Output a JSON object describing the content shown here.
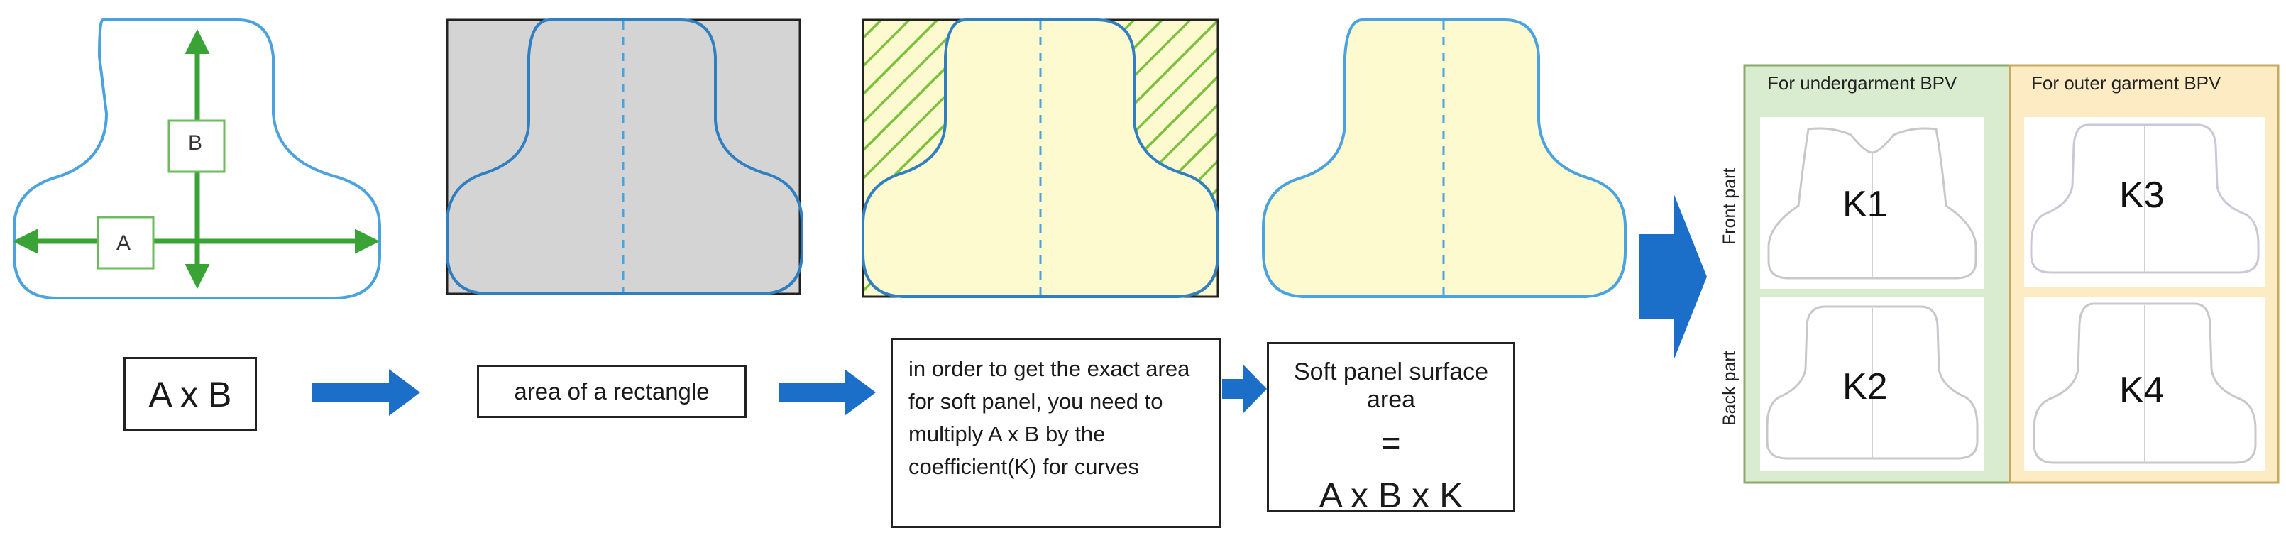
{
  "shape_labels": {
    "a": "A",
    "b": "B"
  },
  "steps": {
    "formula_ab": "A x B",
    "rectangle_area": "area of a rectangle",
    "coefficient_note": "in order to get the exact area for soft panel, you need to multiply A x B by the coefficient(K) for curves",
    "surface_area_title": "Soft panel surface area",
    "equals": "=",
    "surface_area_formula": "A x B x K"
  },
  "coefficient_table": {
    "undergarment_header": "For undergarment BPV",
    "outer_header": "For outer garment BPV",
    "front_label": "Front part",
    "back_label": "Back part",
    "k1": "K1",
    "k2": "K2",
    "k3": "K3",
    "k4": "K4"
  },
  "colors": {
    "outline_blue": "#4aa3df",
    "axis_green": "#3aa335",
    "gray_fill": "#d4d4d4",
    "cream_fill": "#fefad0",
    "arrow_blue": "#1b6fc9",
    "green_panel": "#d9ecd0",
    "orange_panel": "#fdebc4"
  }
}
